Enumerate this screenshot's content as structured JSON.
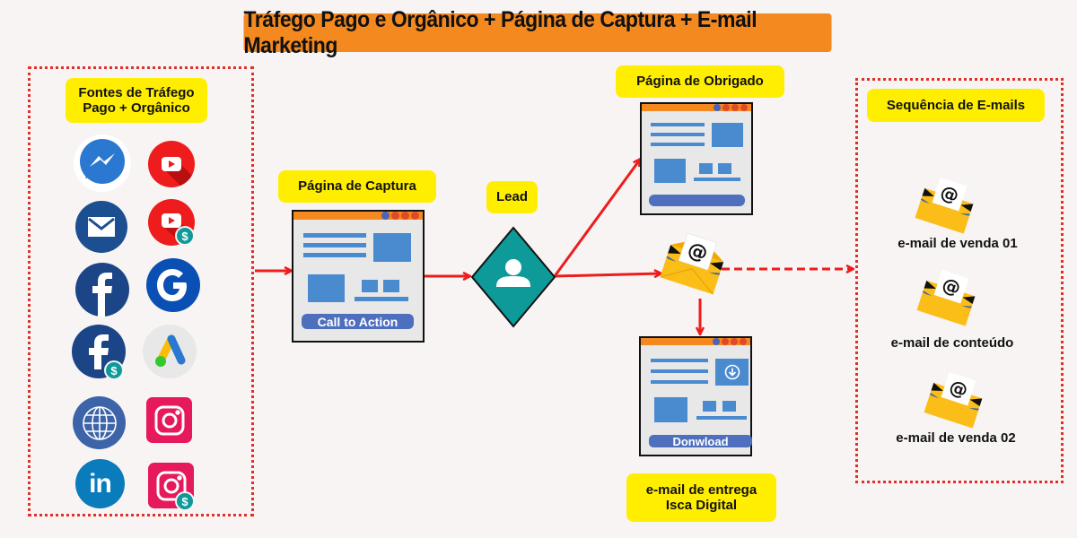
{
  "title": "Tráfego Pago e Orgânico + Página de Captura + E-mail Marketing",
  "traffic_sources": {
    "label_line1": "Fontes de Tráfego",
    "label_line2": "Pago + Orgânico",
    "icons": [
      {
        "name": "messenger-icon",
        "paid": false
      },
      {
        "name": "youtube-icon",
        "paid": false
      },
      {
        "name": "email-icon",
        "paid": false
      },
      {
        "name": "youtube-ads-icon",
        "paid": true
      },
      {
        "name": "facebook-icon",
        "paid": false
      },
      {
        "name": "google-icon",
        "paid": false
      },
      {
        "name": "facebook-ads-icon",
        "paid": true
      },
      {
        "name": "google-ads-icon",
        "paid": false
      },
      {
        "name": "website-globe-icon",
        "paid": false
      },
      {
        "name": "instagram-icon",
        "paid": false
      },
      {
        "name": "linkedin-icon",
        "paid": false
      },
      {
        "name": "instagram-ads-icon",
        "paid": true
      }
    ],
    "paid_symbol": "$"
  },
  "capture_page": {
    "label": "Página de Captura",
    "cta": "Call to Action"
  },
  "lead": {
    "label": "Lead"
  },
  "thank_you_page": {
    "label": "Página de Obrigado"
  },
  "delivery": {
    "download_label": "Donwload",
    "label_line1": "e-mail de entrega",
    "label_line2": "Isca Digital"
  },
  "email_sequence": {
    "label": "Sequência de E-mails",
    "emails": [
      {
        "label": "e-mail de venda 01"
      },
      {
        "label": "e-mail de conteúdo"
      },
      {
        "label": "e-mail de venda 02"
      }
    ]
  },
  "colors": {
    "title_bg": "#f4891f",
    "tag_bg": "#ffee00",
    "arrow": "#ee1c1c",
    "dotted_border": "#e0302a",
    "lead_diamond": "#0f9a9a",
    "page_blue": "#4a8bd0",
    "envelope": "#fbbd18",
    "background": "#f8f4f3"
  },
  "envelope_symbol": "@"
}
